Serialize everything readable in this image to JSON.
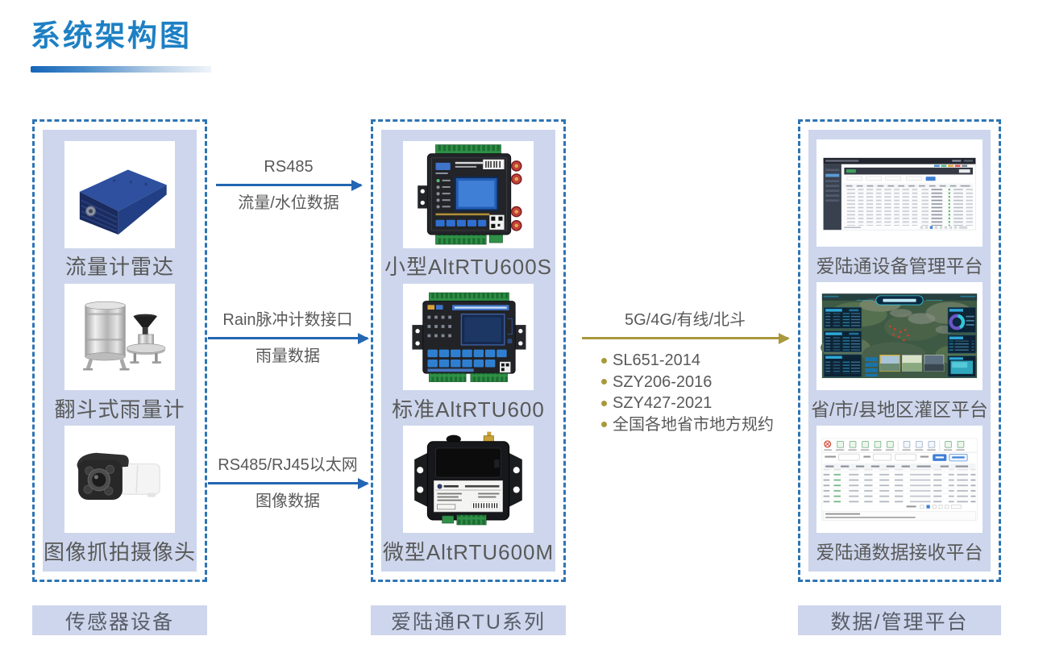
{
  "title": "系统架构图",
  "columns": {
    "sensors": {
      "label": "传感器设备",
      "devices": [
        {
          "name": "流量计雷达"
        },
        {
          "name": "翻斗式雨量计"
        },
        {
          "name": "图像抓拍摄像头"
        }
      ]
    },
    "rtu": {
      "label": "爱陆通RTU系列",
      "devices": [
        {
          "name": "小型AltRTU600S"
        },
        {
          "name": "标准AltRTU600"
        },
        {
          "name": "微型AltRTU600M"
        }
      ]
    },
    "platforms": {
      "label": "数据/管理平台",
      "devices": [
        {
          "name": "爱陆通设备管理平台"
        },
        {
          "name": "省/市/县地区灌区平台"
        },
        {
          "name": "爱陆通数据接收平台"
        }
      ]
    }
  },
  "connections": {
    "sensor_to_rtu": [
      {
        "top": "RS485",
        "bottom": "流量/水位数据"
      },
      {
        "top": "Rain脉冲计数接口",
        "bottom": "雨量数据"
      },
      {
        "top": "RS485/RJ45以太网",
        "bottom": "图像数据"
      }
    ],
    "rtu_to_platform": {
      "top": "5G/4G/有线/北斗",
      "protocols": [
        "SL651-2014",
        "SZY206-2016",
        "SZY427-2021",
        "全国各地省市地方规约"
      ]
    }
  },
  "colors": {
    "title_blue": "#1e80c4",
    "box_border_blue": "#2e74b5",
    "panel_fill": "#cdd6ec",
    "arrow_blue": "#2366b2",
    "arrow_olive": "#a8993c",
    "label_text": "#595959"
  }
}
